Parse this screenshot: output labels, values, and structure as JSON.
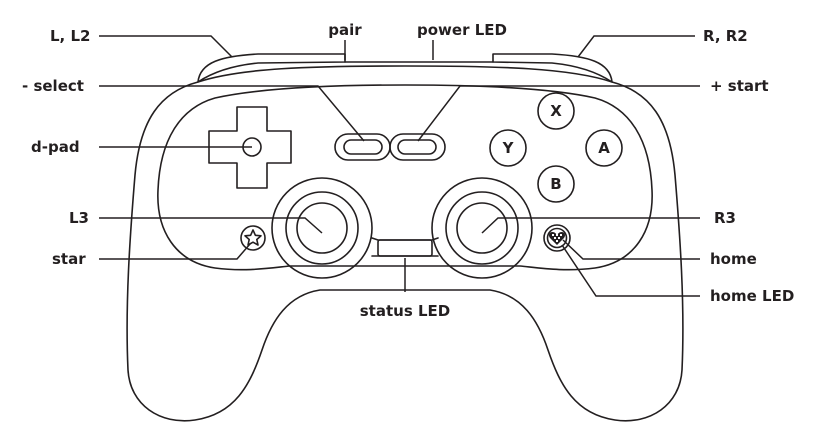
{
  "labels": {
    "l_l2": "L, L2",
    "pair": "pair",
    "power_led": "power LED",
    "r_r2": "R, R2",
    "minus_select": "- select",
    "plus_start": "+ start",
    "dpad": "d-pad",
    "l3": "L3",
    "star": "star",
    "r3": "R3",
    "home": "home",
    "home_led": "home LED",
    "status_led": "status LED"
  },
  "buttons": {
    "x": "X",
    "y": "Y",
    "a": "A",
    "b": "B"
  },
  "colors": {
    "ink": "#231f20",
    "background": "#ffffff"
  },
  "icons": {
    "star_button": "star-icon",
    "home_button": "home-heart-icon"
  }
}
